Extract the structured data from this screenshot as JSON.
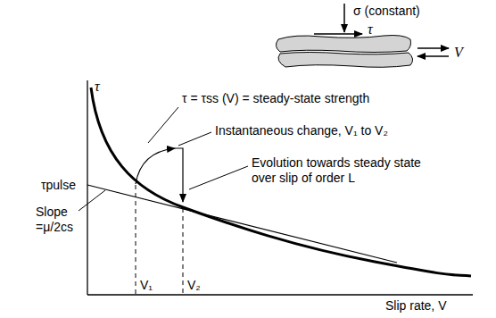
{
  "diagram": {
    "labels": [
      "σ (constant)",
      "τ",
      "V",
      "τ",
      "τ = τss (V) = steady-state strength",
      "Instantaneous change, V₁ to V₂",
      "Evolution towards steady state over slip of order L",
      "τpulse",
      "Slope =μ/2cs",
      "V₁",
      "V₂",
      "Slip rate, V"
    ]
  }
}
